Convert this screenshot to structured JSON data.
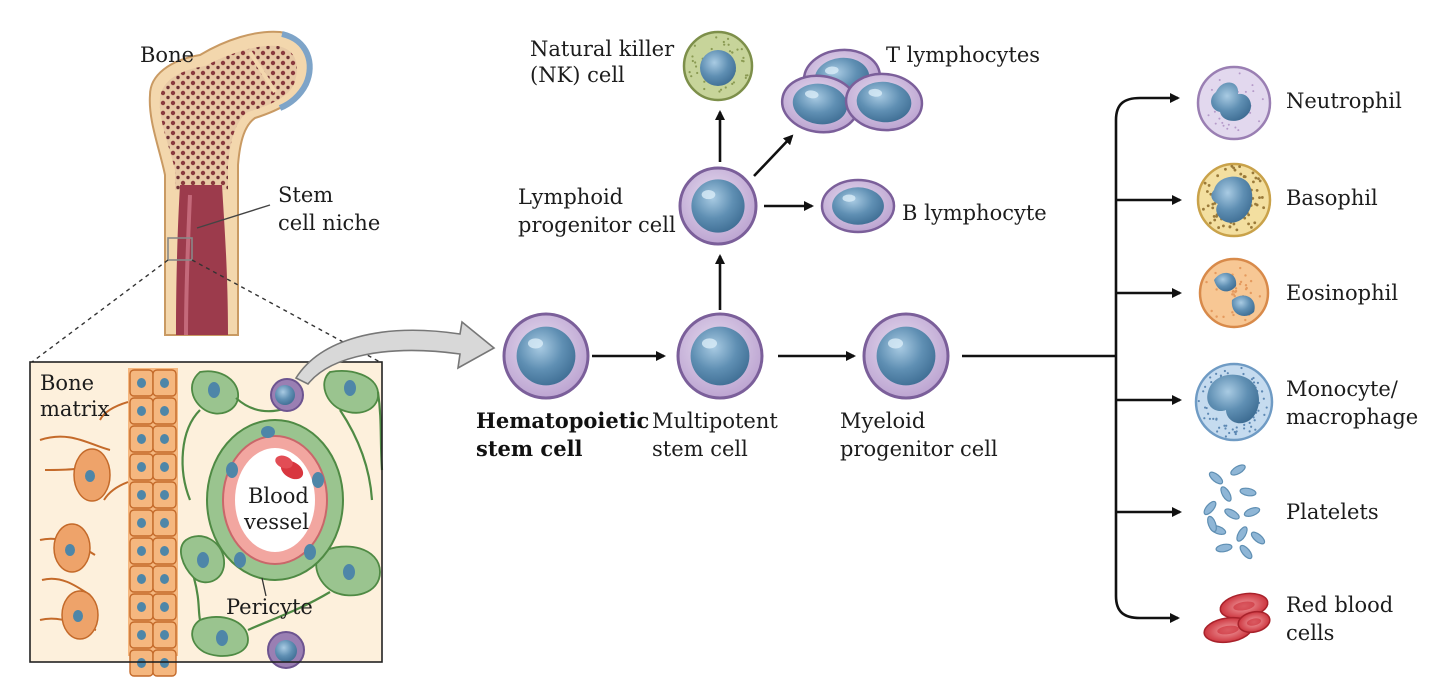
{
  "labels": {
    "bone": "Bone",
    "stem_niche_1": "Stem",
    "stem_niche_2": "cell niche",
    "bone_matrix_1": "Bone",
    "bone_matrix_2": "matrix",
    "blood_vessel_1": "Blood",
    "blood_vessel_2": "vessel",
    "pericyte": "Pericyte",
    "hsc_1": "Hematopoietic",
    "hsc_2": "stem cell",
    "multipotent_1": "Multipotent",
    "multipotent_2": "stem cell",
    "myeloid_1": "Myeloid",
    "myeloid_2": "progenitor cell",
    "lymphoid_1": "Lymphoid",
    "lymphoid_2": "progenitor cell",
    "nk_1": "Natural killer",
    "nk_2": "(NK) cell",
    "t_lymph": "T lymphocytes",
    "b_lymph": "B lymphocyte",
    "neutrophil": "Neutrophil",
    "basophil": "Basophil",
    "eosinophil": "Eosinophil",
    "monocyte_1": "Monocyte/",
    "monocyte_2": "macrophage",
    "platelets": "Platelets",
    "rbc_1": "Red blood",
    "rbc_2": "cells"
  },
  "colors": {
    "cell_membrane": "#9a7fb3",
    "cell_cytoplasm": "#c9b6da",
    "nucleus": "#5f8fb3",
    "bone_shell": "#f3d7ad",
    "marrow": "#9c3b4c",
    "osteoblast": "#eea36a",
    "pericyte_green": "#9ac48f",
    "red_blood": "#d8363f"
  }
}
